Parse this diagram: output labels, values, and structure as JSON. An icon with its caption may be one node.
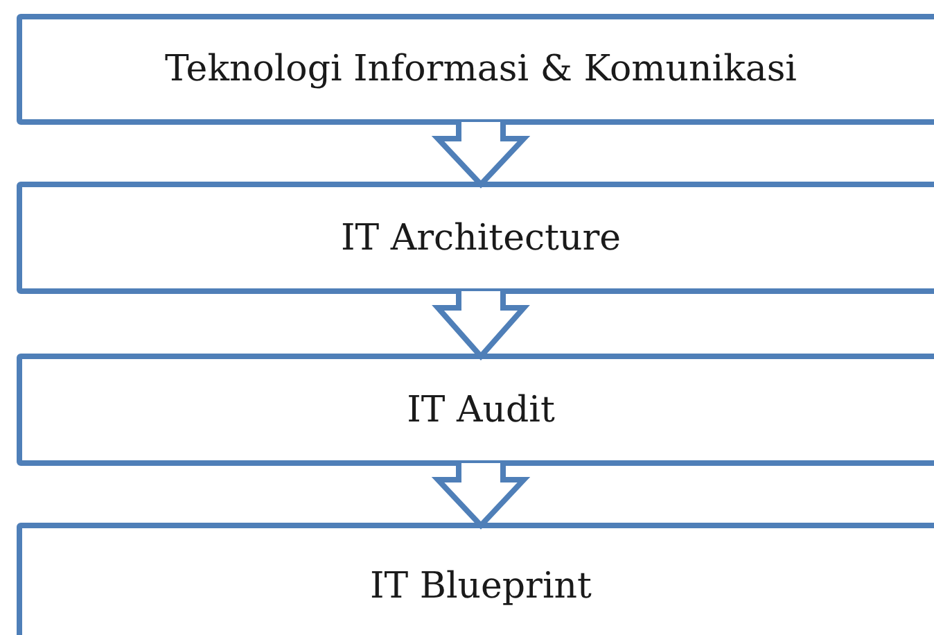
{
  "diagram": {
    "nodes": [
      {
        "text": [
          "Teknologi Informasi & Komunikasi"
        ]
      },
      {
        "text": [
          "IT Architecture"
        ]
      },
      {
        "text": [
          "IT Audit"
        ]
      },
      {
        "text": [
          "IT Blueprint"
        ]
      }
    ],
    "edges": [
      {
        "from": 0,
        "to": 1,
        "arrow": "to"
      },
      {
        "from": 1,
        "to": 2,
        "arrow": "to"
      },
      {
        "from": 2,
        "to": 3,
        "arrow": "to"
      }
    ]
  }
}
